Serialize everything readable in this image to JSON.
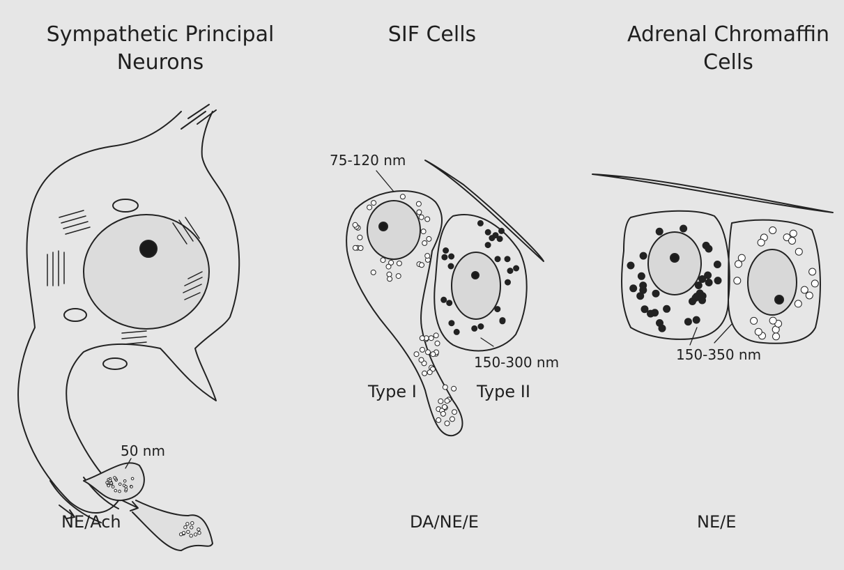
{
  "titles": {
    "neurons": [
      "Sympathetic Principal",
      "Neurons"
    ],
    "sif": [
      "SIF Cells"
    ],
    "chromaffin": [
      "Adrenal Chromaffin",
      "Cells"
    ]
  },
  "sizes": {
    "neuron_vesicle": "50 nm",
    "sif_type1_granule": "75-120 nm",
    "sif_type2_granule": "150-300 nm",
    "chromaffin_granule": "150-350 nm"
  },
  "cell_types": {
    "type1": "Type I",
    "type2": "Type II"
  },
  "transmitters": {
    "neurons": "NE/Ach",
    "sif": "DA/NE/E",
    "chromaffin": "NE/E"
  }
}
